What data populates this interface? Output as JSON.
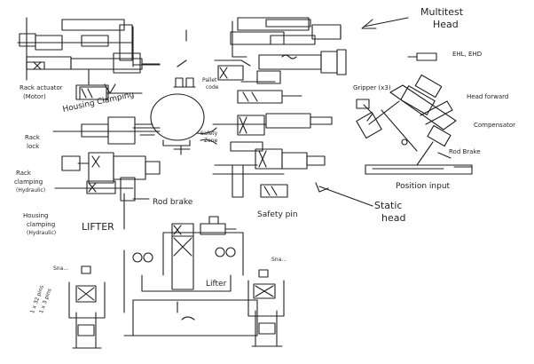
{
  "labels": {
    "multitest_head_1": "Multitest",
    "multitest_head_2": "Head",
    "rack_actuator_1": "Rack actuator",
    "rack_actuator_2": "(Motor)",
    "housing_clamping": "Housing Clamping",
    "pallet_code_1": "Pallet",
    "pallet_code_2": "code",
    "rack_lock_1": "Rack",
    "rack_lock_2": "lock",
    "rack_clamping_1": "Rack",
    "rack_clamping_2": "clamping",
    "rack_clamping_3": "(Hydraulic)",
    "housing_clamping_h_1": "Housing",
    "housing_clamping_h_2": "clamping",
    "housing_clamping_h_3": "(Hydraulic)",
    "lifter_left": "LIFTER",
    "rod_brake_center": "Rod brake",
    "safety_pin": "Safety pin",
    "lifter_center": "Lifter",
    "static_head_1": "Static",
    "static_head_2": "head",
    "ehl_ehd": "EHL, EHD",
    "gripper": "Gripper (x3)",
    "head_forward": "Head forward",
    "compensator": "Compensator",
    "rod_brake_right": "Rod Brake",
    "position_input": "Position input",
    "pins_1": "1 x 32 pins",
    "pins_2": "1 x 3 pins",
    "scribble_left": "Sna...",
    "scribble_right": "Sna...",
    "scribble_center_1": "Safety",
    "scribble_center_2": "Zone"
  },
  "colors": {
    "ink": "#1f1f1f",
    "paper": "#ffffff"
  }
}
